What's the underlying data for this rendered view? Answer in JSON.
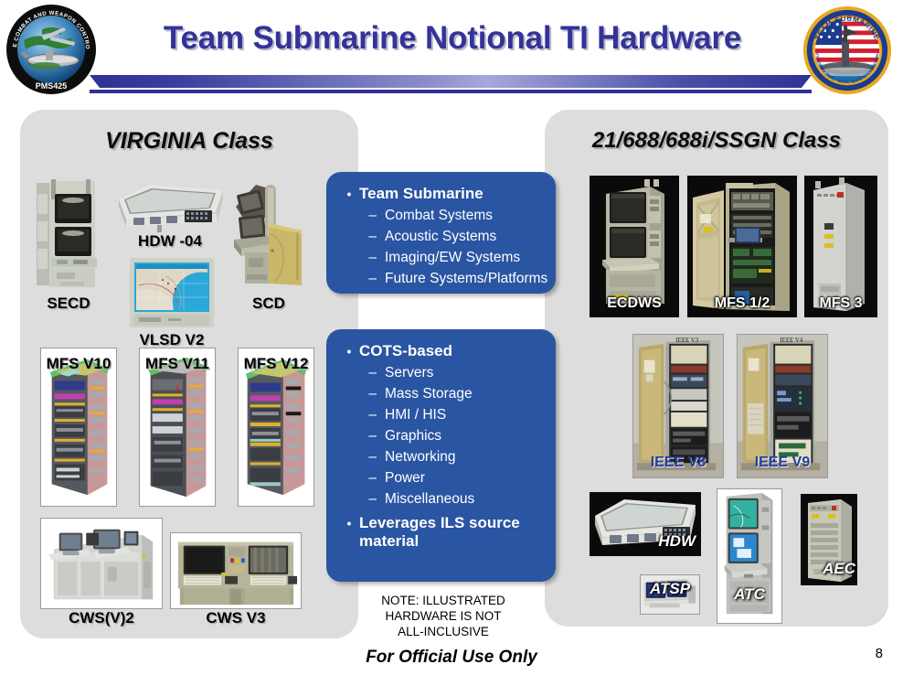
{
  "header": {
    "title": "Team Submarine Notional TI Hardware",
    "left_seal": {
      "name": "pms425-seal",
      "ring_text": "SUBMARINE COMBAT AND WEAPON CONTROL SYSTEM",
      "bottom_text": "PMS425"
    },
    "right_seal": {
      "name": "team-submarine-seal",
      "top_text": "TEAM SUBMARINE",
      "bottom_text": "NAVY SECNAV (RDA) - NAVAL SEA SYSTEMS COMMAND"
    }
  },
  "left_panel": {
    "heading": "VIRGINIA Class",
    "items": [
      {
        "label": "SECD",
        "icon": "console-display-cabinet"
      },
      {
        "label": "HDW -04",
        "icon": "horizontal-display-workstation"
      },
      {
        "label": "VLSD V2",
        "icon": "flat-panel-chart-display"
      },
      {
        "label": "SCD",
        "icon": "sonar-console-display"
      },
      {
        "label": "MFS V10",
        "icon": "equipment-rack"
      },
      {
        "label": "MFS V11",
        "icon": "equipment-rack"
      },
      {
        "label": "MFS V12",
        "icon": "equipment-rack"
      },
      {
        "label": "CWS(V)2",
        "icon": "command-workstation"
      },
      {
        "label": "CWS V3",
        "icon": "command-workstation"
      }
    ]
  },
  "right_panel": {
    "heading": "21/688/688i/SSGN Class",
    "items": [
      {
        "label": "ECDWS",
        "icon": "display-workstation-cabinet"
      },
      {
        "label": "MFS 1/2",
        "icon": "open-equipment-cabinet"
      },
      {
        "label": "MFS 3",
        "icon": "closed-equipment-cabinet"
      },
      {
        "label": "IEEE V8",
        "icon": "open-rack-cabinet",
        "photo_label": "IEEE V3"
      },
      {
        "label": "IEEE V9",
        "icon": "open-rack-cabinet",
        "photo_label": "IEEE V4"
      },
      {
        "label": "HDW",
        "icon": "horizontal-display-workstation"
      },
      {
        "label": "ATSP",
        "icon": "dual-screen-console"
      },
      {
        "label": "ATC",
        "icon": "tall-console-display"
      },
      {
        "label": "AEC",
        "icon": "electronics-cabinet"
      }
    ]
  },
  "callouts": [
    {
      "id": "team-submarine",
      "bullet": "Team Submarine",
      "sub_items": [
        "Combat Systems",
        "Acoustic Systems",
        "Imaging/EW Systems",
        "Future Systems/Platforms"
      ]
    },
    {
      "id": "cots-based",
      "bullet": "COTS-based",
      "sub_items": [
        "Servers",
        "Mass Storage",
        "HMI / HIS",
        "Graphics",
        "Networking",
        "Power",
        "Miscellaneous"
      ],
      "bullet2": "Leverages ILS source material"
    }
  ],
  "note": {
    "line1": "NOTE:  ILLUSTRATED",
    "line2": "HARDWARE IS NOT",
    "line3": "ALL-INCLUSIVE"
  },
  "footer": {
    "text": "For Official Use Only",
    "page_number": "8"
  },
  "markers": {
    "bullet": "•",
    "dash": "–"
  },
  "colors": {
    "title_blue": "#333399",
    "callout_blue": "#2a55a2",
    "panel_gray": "#dddddd",
    "rule_blue": "#2e3192"
  }
}
